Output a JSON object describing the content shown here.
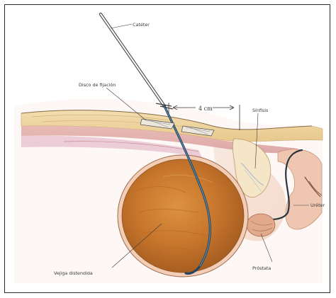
{
  "labels": {
    "cateter": "Catéter",
    "disco": "Disco de fijación",
    "medida": "4 cm",
    "sinfisis": "Sínfisis",
    "ureter": "Uréter",
    "vejiga": "Vejiga distendida",
    "prostata": "Próstata"
  }
}
